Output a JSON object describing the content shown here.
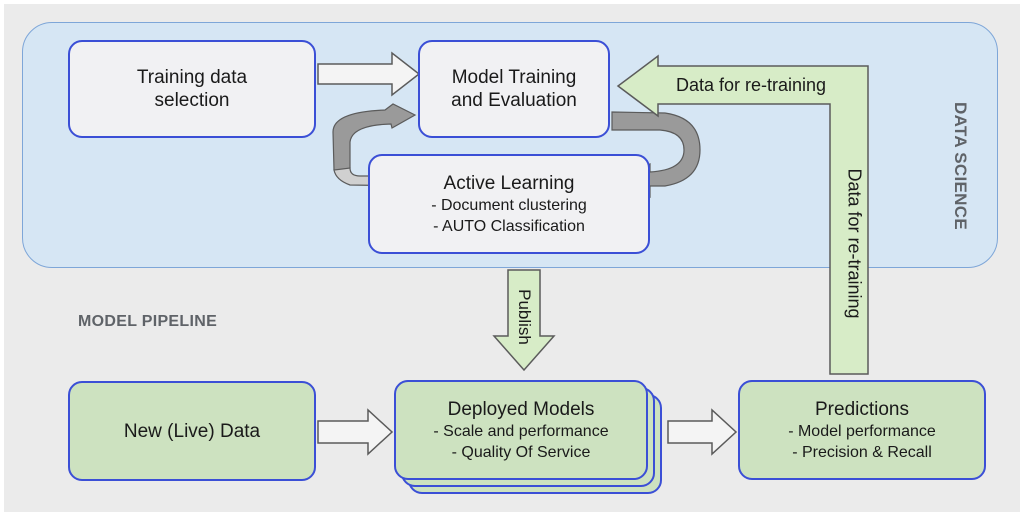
{
  "region": {
    "data_science_label": "DATA SCIENCE",
    "model_pipeline_label": "MODEL PIPELINE"
  },
  "nodes": {
    "training_data": {
      "title": "Training data selection"
    },
    "model_training": {
      "title_line1": "Model Training",
      "title_line2": "and Evaluation"
    },
    "active_learning": {
      "title": "Active Learning",
      "items": [
        "- Document clustering",
        "- AUTO Classification"
      ]
    },
    "new_data": {
      "title": "New (Live) Data"
    },
    "deployed_models": {
      "title": "Deployed Models",
      "items": [
        "- Scale and performance",
        "- Quality Of Service"
      ]
    },
    "predictions": {
      "title": "Predictions",
      "items": [
        "- Model performance",
        "- Precision & Recall"
      ]
    }
  },
  "arrows": {
    "publish": "Publish",
    "retrain_vertical": "Data for re-training",
    "retrain_horizontal": "Data for re-training"
  },
  "colors": {
    "box_border": "#3b4fd6",
    "gray_fill": "#f1f1f3",
    "green_fill": "#cde2c0",
    "region_fill": "#d6e6f4"
  }
}
